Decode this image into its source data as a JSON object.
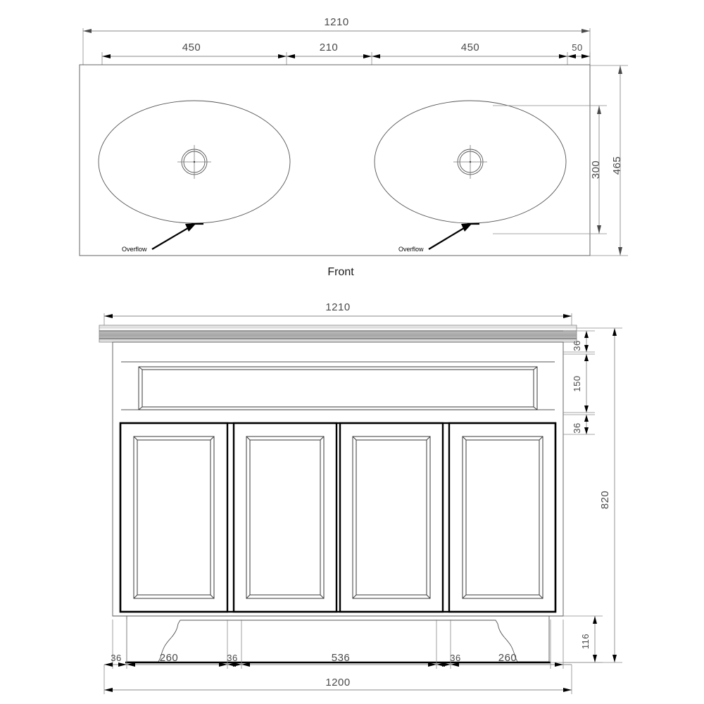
{
  "drawing": {
    "title": "Double Basin Vanity Unit Technical Drawing",
    "units": "mm",
    "views": [
      {
        "name": "plan-view",
        "label": "Front"
      },
      {
        "name": "elevation-view",
        "label": ""
      }
    ]
  },
  "plan": {
    "view_label": "Front",
    "overall_width": "1210",
    "top_chain": [
      {
        "name": "dim-450-left",
        "value": "450"
      },
      {
        "name": "dim-210-center",
        "value": "210"
      },
      {
        "name": "dim-450-right",
        "value": "450"
      },
      {
        "name": "dim-50-edge",
        "value": "50"
      }
    ],
    "right_chain": [
      {
        "name": "dim-300-basin-depth",
        "value": "300"
      },
      {
        "name": "dim-465-overall-depth",
        "value": "465"
      }
    ],
    "annotations": [
      {
        "name": "overflow-label-left",
        "value": "Overflow"
      },
      {
        "name": "overflow-label-right",
        "value": "Overflow"
      }
    ],
    "basins": [
      {
        "name": "basin-left",
        "drain": "drain-hole-left"
      },
      {
        "name": "basin-right",
        "drain": "drain-hole-right"
      }
    ]
  },
  "elevation": {
    "overall_width": "1210",
    "base_width": "1200",
    "overall_height": "820",
    "right_chain": [
      {
        "name": "dim-36-top-rail",
        "value": "36"
      },
      {
        "name": "dim-150-drawer",
        "value": "150"
      },
      {
        "name": "dim-36-mid-rail",
        "value": "36"
      },
      {
        "name": "dim-820-overall-height",
        "value": "820"
      },
      {
        "name": "dim-116-kick-height",
        "value": "116"
      }
    ],
    "bottom_chain": [
      {
        "name": "dim-36-leg-left",
        "value": "36"
      },
      {
        "name": "dim-260-skirt-left",
        "value": "260"
      },
      {
        "name": "dim-36-stile-left",
        "value": "36"
      },
      {
        "name": "dim-536-center-span",
        "value": "536"
      },
      {
        "name": "dim-36-stile-right",
        "value": "36"
      },
      {
        "name": "dim-260-skirt-right",
        "value": "260"
      }
    ],
    "parts": [
      {
        "name": "countertop",
        "label": ""
      },
      {
        "name": "drawer-front",
        "label": ""
      },
      {
        "name": "door-panel-1",
        "label": ""
      },
      {
        "name": "door-panel-2",
        "label": ""
      },
      {
        "name": "door-panel-3",
        "label": ""
      },
      {
        "name": "door-panel-4",
        "label": ""
      },
      {
        "name": "skirt-left",
        "label": ""
      },
      {
        "name": "skirt-right",
        "label": ""
      }
    ]
  },
  "colors": {
    "line_dark": "#000000",
    "line_mid": "#333333",
    "line_light": "#8a8a8a",
    "dim_text": "#4a4a4a",
    "counter_light": "#e8e8e8",
    "counter_mid": "#9a9a9a",
    "background": "#ffffff"
  }
}
